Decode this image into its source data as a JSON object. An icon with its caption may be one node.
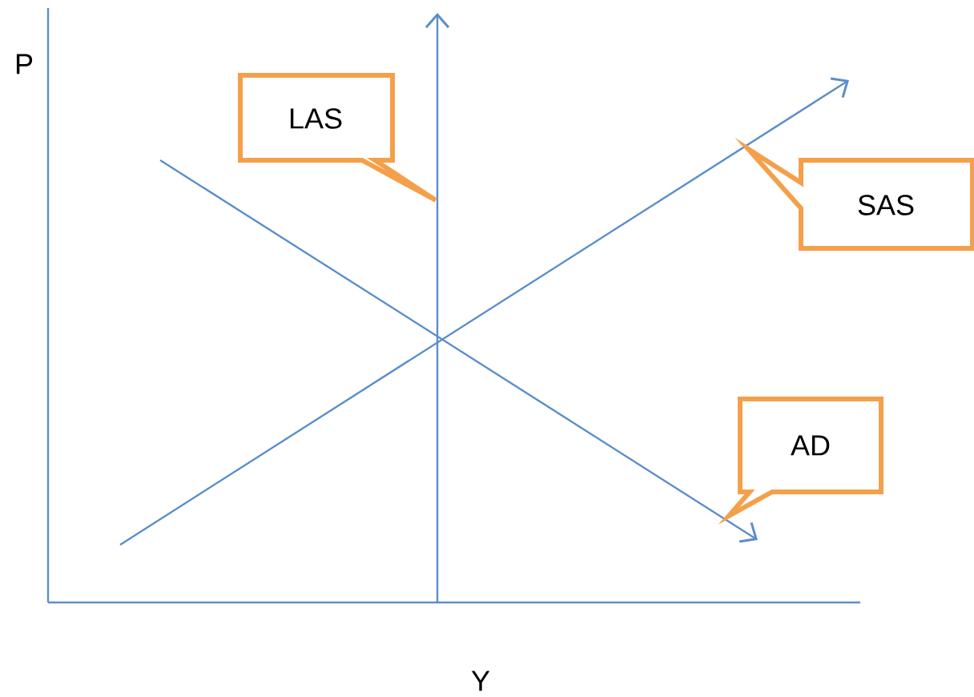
{
  "diagram": {
    "nodes": [
      {
        "text": [
          "LAS"
        ]
      },
      {
        "text": [
          "SAS"
        ]
      },
      {
        "text": [
          "AD"
        ]
      }
    ],
    "labels": [
      "P",
      "Y"
    ]
  }
}
